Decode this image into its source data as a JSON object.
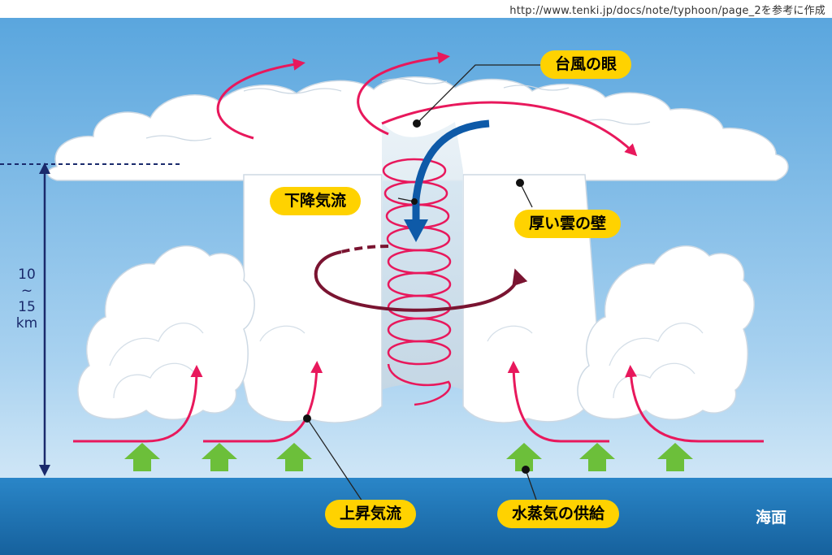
{
  "source_credit": "http://www.tenki.jp/docs/note/typhoon/page_2を参考に作成",
  "labels": {
    "eye": "台風の眼",
    "downdraft": "下降気流",
    "eyewall": "厚い雲の壁",
    "updraft": "上昇気流",
    "vapor_supply": "水蒸気の供給",
    "sea_surface": "海面"
  },
  "height_scale": {
    "top": "10",
    "tilde": "~",
    "bottom": "15",
    "unit": "km"
  },
  "colors": {
    "sky_top": "#5aa6de",
    "sky_bottom": "#cfe6f6",
    "sea": "#1f73b6",
    "cloud": "#ffffff",
    "cloud_shadow": "#d9e4ee",
    "wind": "#e8185c",
    "downdraft_arrow": "#0e5aa8",
    "rotation_arrow": "#7a1431",
    "vapor_arrow": "#6cbf3a",
    "label_pill": "#ffd200",
    "scale": "#1a2a6c"
  },
  "icons": {
    "downdraft": "down-arrow-icon",
    "vapor": "up-arrow-icon",
    "rotation": "rotation-arrow-icon",
    "spiral": "spiral-wind-icon"
  }
}
